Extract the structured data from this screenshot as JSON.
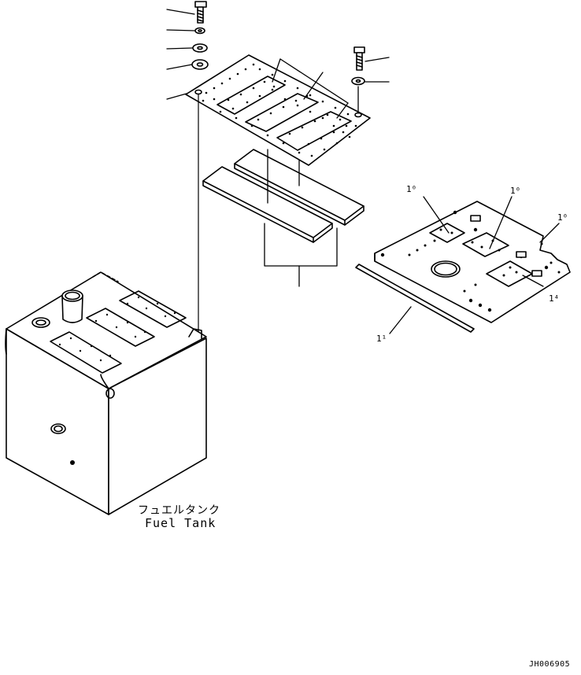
{
  "fuel_tank": {
    "label_jp": "フュエルタンク",
    "label_en": "Fuel Tank"
  },
  "callouts": {
    "right_top_1": "1⁰",
    "right_top_2": "1⁰",
    "right_top_3": "1⁰",
    "right_side": "1⁴",
    "right_bottom": "1¹"
  },
  "drawing_number": "JH006905",
  "colors": {
    "line": "#000000",
    "background": "#ffffff"
  }
}
